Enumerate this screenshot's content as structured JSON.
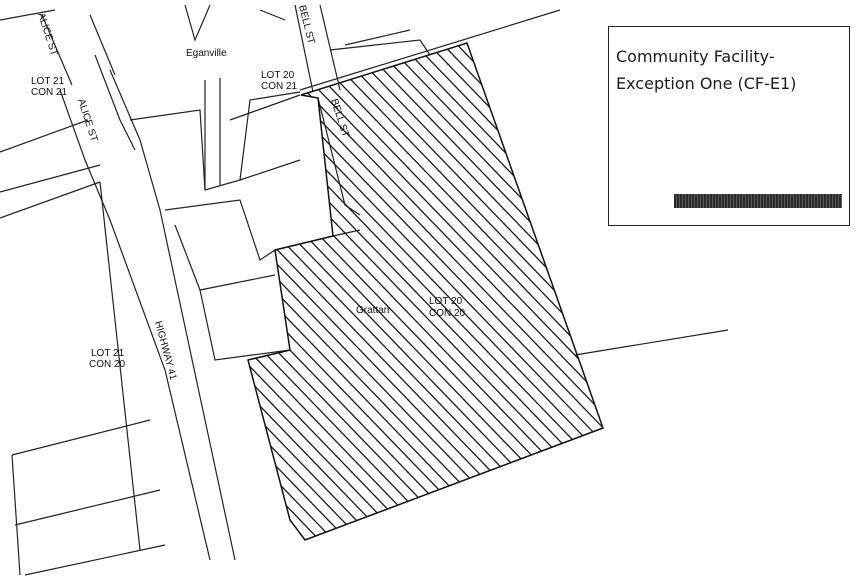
{
  "map": {
    "streets": {
      "alice_st_north": "ALICE ST",
      "alice_st_south": "ALICE ST",
      "bell_st_north": "BELL ST",
      "bell_st_south": "BELL ST",
      "highway_41": "HIGHWAY 41"
    },
    "places": {
      "eganville": "Eganville",
      "grattan": "Grattan"
    },
    "lots": {
      "lot21_con21": [
        "LOT 21",
        "CON 21"
      ],
      "lot20_con21": [
        "LOT 20",
        "CON 21"
      ],
      "lot20_con20": [
        "LOT 20",
        "CON 20"
      ],
      "lot21_con20": [
        "LOT 21",
        "CON 20"
      ]
    },
    "colors": {
      "line": "#222222",
      "hatch": "#1a1a1a"
    }
  },
  "legend": {
    "title_line1": "Community Facility-",
    "title_line2": "Exception One (CF-E1)",
    "swatch_color": "#3a3a3a"
  }
}
